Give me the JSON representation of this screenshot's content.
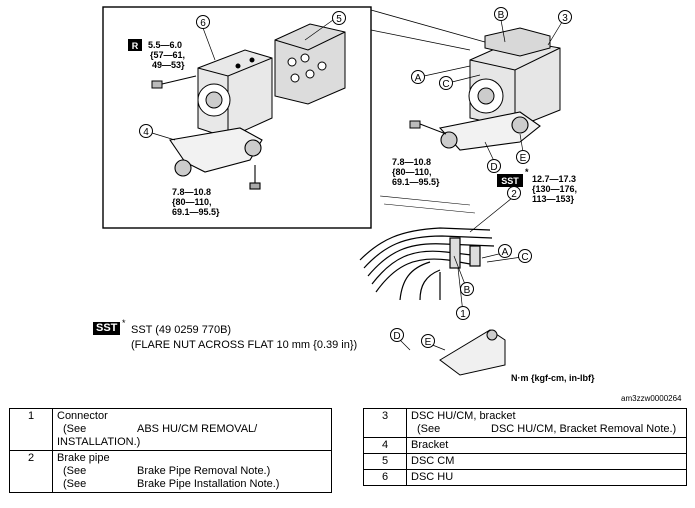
{
  "diagram": {
    "torque_a": "5.5—6.0",
    "torque_a2": "{57—61,",
    "torque_a3": "49—53}",
    "torque_b": "7.8—10.8",
    "torque_b2": "{80—110,",
    "torque_b3": "69.1—95.5}",
    "torque_c": "7.8—10.8",
    "torque_c2": "{80—110,",
    "torque_c3": "69.1—95.5}",
    "torque_d": "12.7—17.3",
    "torque_d2": "{130—176,",
    "torque_d3": "113—153}",
    "r_badge": "R",
    "sst_badge": "SST",
    "star": "*",
    "callouts": {
      "n1": "1",
      "n2": "2",
      "n3": "3",
      "n4": "4",
      "n5": "5",
      "n6": "6",
      "a": "A",
      "b": "B",
      "c": "C",
      "d": "D",
      "e": "E"
    }
  },
  "sst_note": {
    "badge": "SST",
    "star": "*",
    "line1": "SST (49 0259 770B)",
    "line2": "(FLARE NUT ACROSS FLAT 10 mm {0.39 in})"
  },
  "units": "N·m {kgf-cm, in-lbf}",
  "figure_id": "am3zzw0000264",
  "left_table": [
    {
      "num": "1",
      "title": "Connector",
      "see_label": "(See",
      "see_text": "ABS HU/CM REMOVAL/",
      "cont": "INSTALLATION.)"
    },
    {
      "num": "2",
      "title": "Brake pipe",
      "see1_label": "(See",
      "see1_text": "Brake Pipe Removal Note.)",
      "see2_label": "(See",
      "see2_text": "Brake Pipe Installation Note.)"
    }
  ],
  "right_table": [
    {
      "num": "3",
      "title": "DSC HU/CM, bracket",
      "see_label": "(See",
      "see_text": "DSC HU/CM, Bracket Removal Note.)"
    },
    {
      "num": "4",
      "title": "Bracket"
    },
    {
      "num": "5",
      "title": "DSC CM"
    },
    {
      "num": "6",
      "title": "DSC HU"
    }
  ]
}
